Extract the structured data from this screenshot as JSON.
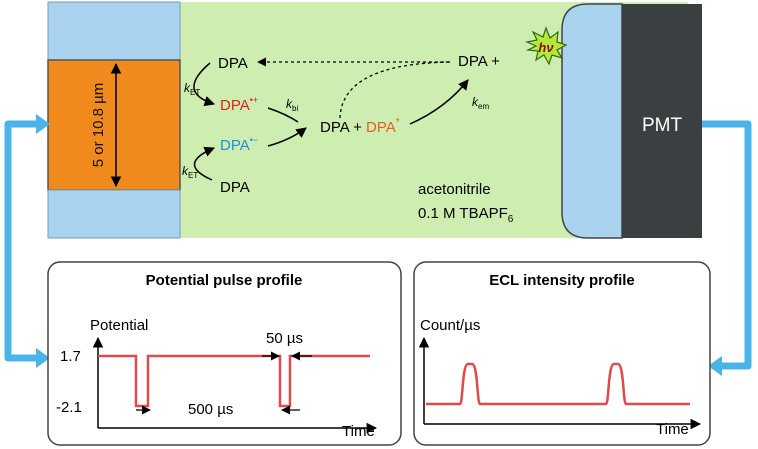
{
  "electrode": {
    "gap_label": "5 or 10.8 µm"
  },
  "reaction": {
    "dpa_top": "DPA",
    "dpa_bottom": "DPA",
    "dpa_cation": "DPA",
    "dpa_cation_sup": "•+",
    "dpa_anion": "DPA",
    "dpa_anion_sup": "•−",
    "k_et_top": "k",
    "k_et_top_sub": "ET",
    "k_et_bottom": "k",
    "k_et_bottom_sub": "ET",
    "k_bi": "k",
    "k_bi_sub": "bi",
    "product_dpa": "DPA + ",
    "product_excited": "DPA",
    "product_excited_sup": "*",
    "k_em": "k",
    "k_em_sub": "em",
    "emission_dpa": "DPA +",
    "photon": "hν"
  },
  "solvent": {
    "line1": "acetonitrile",
    "line2": "0.1 M TBAPF",
    "line2_sub": "6"
  },
  "detector": {
    "label": "PMT"
  },
  "potential_panel": {
    "title": "Potential pulse profile",
    "ylabel": "Potential",
    "xlabel": "Time",
    "y_high": "1.7",
    "y_low": "-2.1",
    "short_pulse": "50 µs",
    "period": "500 µs"
  },
  "ecl_panel": {
    "title": "ECL intensity profile",
    "ylabel": "Count/µs",
    "xlabel": "Time"
  },
  "colors": {
    "solution": "#cdeeb0",
    "electrode_blue": "#a9d3ee",
    "gap_orange": "#f08a1c",
    "pmt_dark": "#3a3f42",
    "signal_red": "#e04a4a",
    "connector_blue": "#4ab4e8",
    "cation_red": "#e0201e",
    "anion_blue": "#1e8fd6",
    "excited_orange": "#e8601c",
    "flash_green": "#b6e83c"
  }
}
